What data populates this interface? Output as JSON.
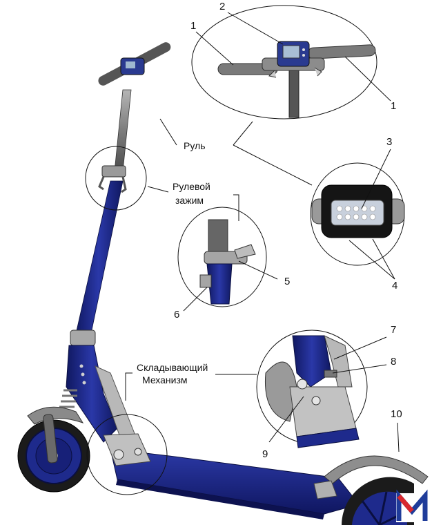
{
  "labels": {
    "handlebar": "Руль",
    "steering_clamp_line1": "Рулевой",
    "steering_clamp_line2": "зажим",
    "folding_line1": "Складывающий",
    "folding_line2": "Механизм"
  },
  "callouts": [
    "1",
    "2",
    "1",
    "3",
    "4",
    "5",
    "6",
    "7",
    "8",
    "9",
    "10"
  ],
  "colors": {
    "frame_blue": "#1e2a8c",
    "frame_dark": "#101860",
    "metal_gray": "#8c8c8c",
    "grip_gray": "#6e6e6e",
    "line": "#111111",
    "logo_red": "#d8282e",
    "logo_blue": "#1f3c9a"
  },
  "logo": {
    "letter": "M"
  }
}
